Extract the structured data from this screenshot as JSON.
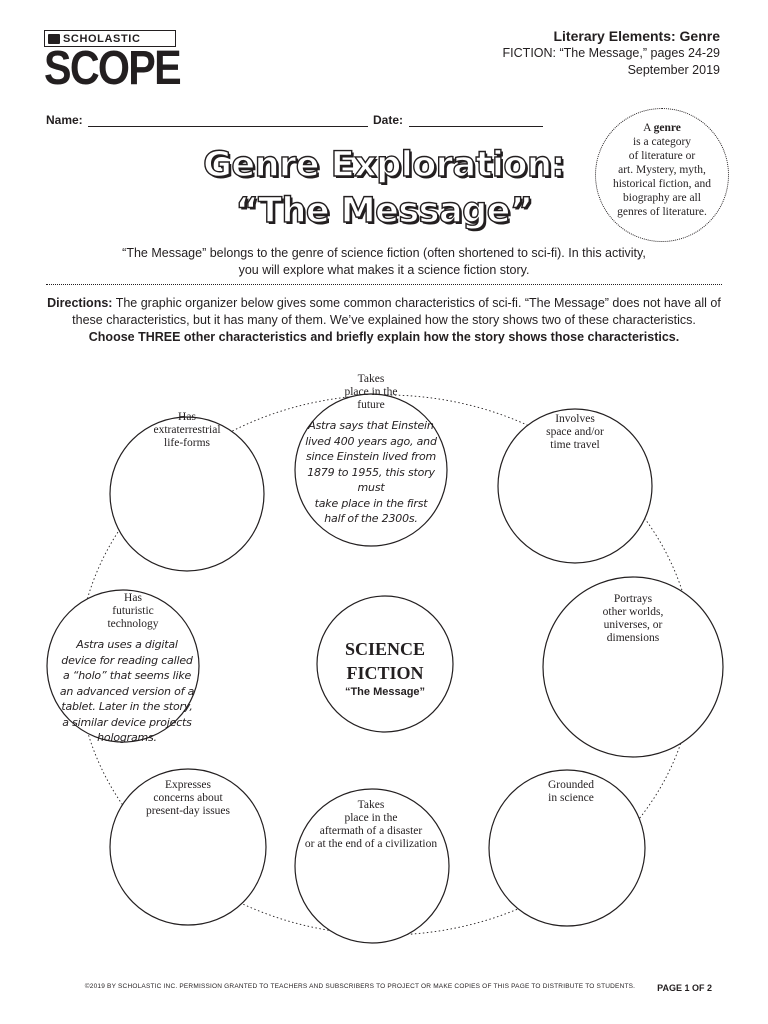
{
  "logo": {
    "top": "SCHOLASTIC",
    "word": "SCOPE"
  },
  "header": {
    "line1": "Literary Elements: Genre",
    "line2": "FICTION: “The Message,” pages 24-29",
    "line3": "September 2019"
  },
  "form": {
    "name_label": "Name:",
    "date_label": "Date:"
  },
  "title": {
    "line1": "Genre Exploration:",
    "line2": "“The Message”"
  },
  "genre_box": {
    "line1_pre": "A ",
    "line1_bold": "genre",
    "line2": "is a category",
    "line3": "of literature or",
    "line4": "art. Mystery, myth,",
    "line5": "historical fiction, and",
    "line6": "biography are all",
    "line7": "genres of literature."
  },
  "intro": {
    "line1": "“The Message” belongs to the genre of science fiction (often shortened to sci-fi). In this activity,",
    "line2": "you will explore what makes it a science fiction story."
  },
  "directions": {
    "label": "Directions:",
    "line1": " The graphic organizer below gives some common characteristics of sci-fi. “The Message” does not have all of",
    "line2": "these characteristics, but it has many of them. We’ve explained how the story shows two of these characteristics.",
    "line3": "Choose THREE other characteristics and briefly explain how the story shows those characteristics."
  },
  "center": {
    "line1": "SCIENCE",
    "line2": "FICTION",
    "sub": "“The Message”"
  },
  "circles": [
    {
      "l1": "Takes",
      "l2": "place in the",
      "l3": "future",
      "answer": [
        "Astra says that Einstein",
        "lived 400 years ago, and",
        "since Einstein lived from",
        "1879 to 1955, this story must",
        "take place in the first",
        "half of the 2300s."
      ]
    },
    {
      "l1": "Has",
      "l2": "extraterrestrial",
      "l3": "life-forms"
    },
    {
      "l1": "Involves",
      "l2": "space and/or",
      "l3": "time travel"
    },
    {
      "l1": "Has",
      "l2": "futuristic",
      "l3": "technology",
      "answer": [
        "Astra uses a digital",
        "device for reading called",
        "a “holo” that seems like",
        "an advanced version of a",
        "tablet. Later in the story,",
        "a similar device projects",
        "holograms."
      ]
    },
    {
      "l1": "Portrays",
      "l2": "other worlds,",
      "l3": "universes, or",
      "l4": "dimensions"
    },
    {
      "l1": "Expresses",
      "l2": "concerns about",
      "l3": "present-day issues"
    },
    {
      "l1": "Grounded",
      "l2": "in science"
    },
    {
      "l1": "Takes",
      "l2": "place in the",
      "l3": "aftermath of a disaster",
      "l4": "or at the end of a civilization"
    }
  ],
  "footer": {
    "copyright": "©2019 BY SCHOLASTIC INC. PERMISSION GRANTED TO TEACHERS AND SUBSCRIBERS TO PROJECT OR MAKE COPIES OF THIS PAGE TO DISTRIBUTE TO STUDENTS.",
    "page": "PAGE 1 OF 2"
  }
}
